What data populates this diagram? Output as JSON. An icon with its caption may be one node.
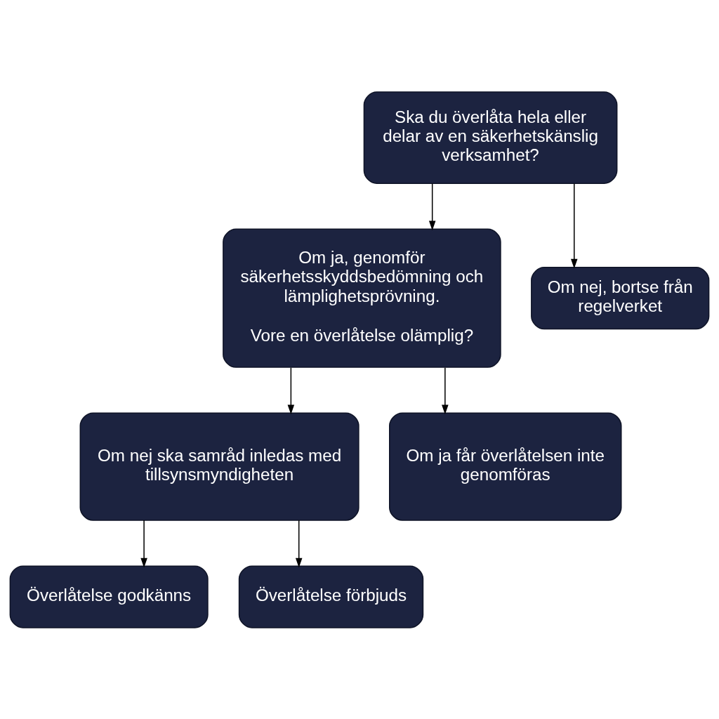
{
  "diagram": {
    "nodes": [
      {
        "text": [
          "Ska du överlåta hela eller delar av en säkerhetskänslig verksamhet?"
        ]
      },
      {
        "text": [
          "Om ja, genomför säkerhetsskyddsbedömning och lämplighetsprövning.",
          "Vore en överlåtelse olämplig?"
        ]
      },
      {
        "text": [
          "Om nej, bortse från regelverket"
        ]
      },
      {
        "text": [
          "Om nej ska samråd inledas med tillsynsmyndigheten"
        ]
      },
      {
        "text": [
          "Om ja får överlåtelsen inte genomföras"
        ]
      },
      {
        "text": [
          "Överlåtelse godkänns"
        ]
      },
      {
        "text": [
          "Överlåtelse förbjuds"
        ]
      }
    ],
    "edges": [
      {
        "from": 0,
        "to": 1,
        "arrow": "to"
      },
      {
        "from": 0,
        "to": 2,
        "arrow": "to"
      },
      {
        "from": 1,
        "to": 3,
        "arrow": "to"
      },
      {
        "from": 1,
        "to": 4,
        "arrow": "to"
      },
      {
        "from": 3,
        "to": 5,
        "arrow": "to"
      },
      {
        "from": 3,
        "to": 6,
        "arrow": "to"
      }
    ]
  }
}
